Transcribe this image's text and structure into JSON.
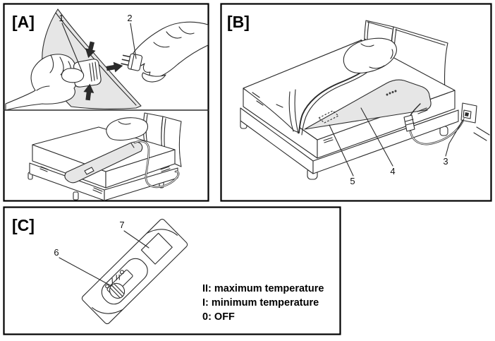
{
  "panels": {
    "a": {
      "label": "[A]",
      "callouts": {
        "1": "1",
        "2": "2"
      }
    },
    "b": {
      "label": "[B]",
      "callouts": {
        "3": "3",
        "4": "4",
        "5": "5"
      }
    },
    "c": {
      "label": "[C]",
      "callouts": {
        "6": "6",
        "7": "7"
      },
      "legend": {
        "max": "II: maximum temperature",
        "min": "I: minimum temperature",
        "off": "0: OFF"
      }
    }
  },
  "colors": {
    "line": "#2b2b2b",
    "panel_border": "#000000",
    "blanket_fill": "#e6e6e6",
    "background": "#ffffff"
  }
}
